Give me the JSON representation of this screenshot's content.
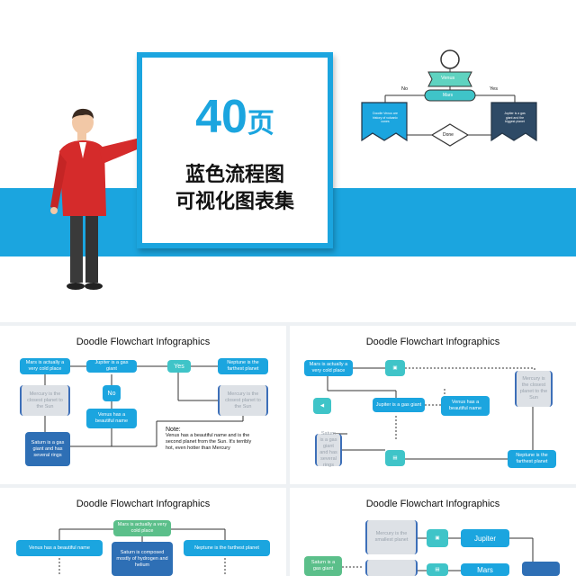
{
  "hero": {
    "number": "40",
    "unit": "页",
    "title_line1": "蓝色流程图",
    "title_line2": "可视化图表集",
    "mini_flow": {
      "top_label": "Venus",
      "middle_label": "Mars",
      "no_label": "No",
      "yes_label": "Yes",
      "left_text": "Doodle Venus are history of volcanic cones",
      "right_text": "Jupiter is a gas giant and the biggest planet",
      "bottom_label": "Done"
    }
  },
  "thumbnail_title": "Doodle Flowchart Infographics",
  "thumb1": {
    "n1": "Mars is actually a very cold place",
    "n2": "Jupiter is a gas giant",
    "yes": "Yes",
    "n3": "Neptune is the farthest planet",
    "n4": "Mercury is the closest planet to the Sun",
    "no": "No",
    "n5": "Mercury is the closest planet to the Sun",
    "n6": "Venus has a beautiful name",
    "n7": "Saturn is a gas giant and has several rings",
    "note_title": "Note:",
    "note_text": "Venus has a beautiful name and is the second planet from the Sun. It's terribly hot, even hotter than Mercury"
  },
  "thumb2": {
    "n1": "Mars is actually a very cold place",
    "n2": "Jupiter is a gas giant",
    "n3": "Venus has a beautiful name",
    "n4": "Mercury is the closest planet to the Sun",
    "n5": "Saturn is a gas giant and has several rings",
    "n6": "Neptune is the farthest planet"
  },
  "thumb3": {
    "n1": "Mars is actually a very cold place",
    "n2": "Venus has a beautiful name",
    "n3": "Saturn is composed mostly of hydrogen and helium",
    "n4": "Neptune is the farthest planet"
  },
  "thumb4": {
    "n1": "Mercury is the smallest planet",
    "n2": "Jupiter",
    "n3": "Saturn is a gas giant",
    "n4": "Mars"
  }
}
